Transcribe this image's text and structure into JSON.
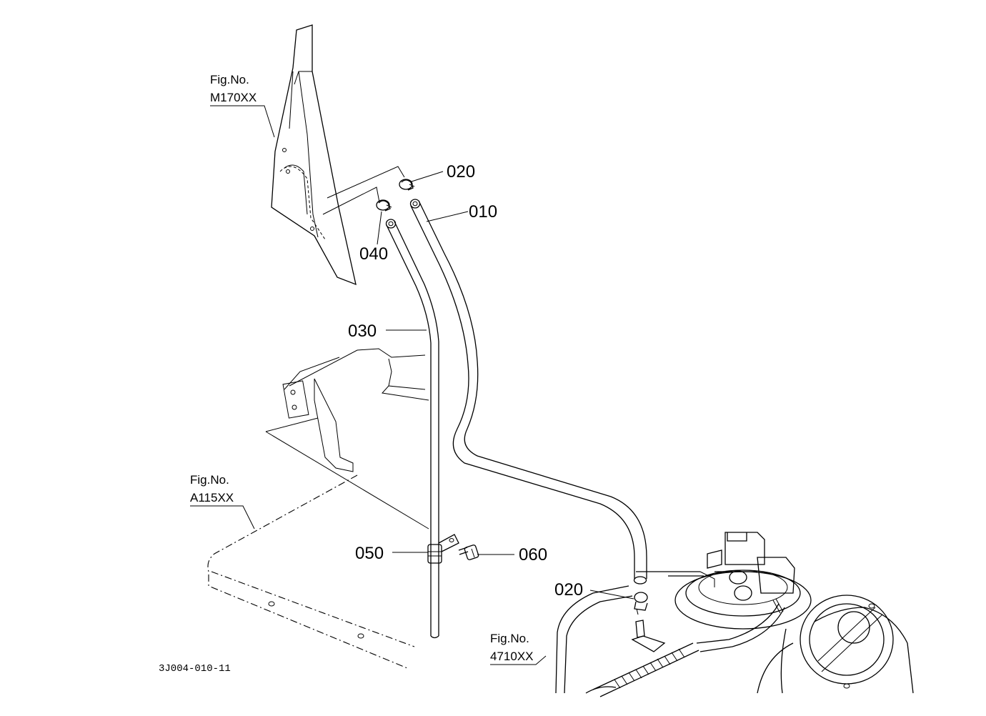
{
  "labels": {
    "p010": "010",
    "p020a": "020",
    "p020b": "020",
    "p030": "030",
    "p040": "040",
    "p050": "050",
    "p060": "060"
  },
  "fig_refs": {
    "m170": {
      "line1": "Fig.No.",
      "line2": "M170XX"
    },
    "a115": {
      "line1": "Fig.No.",
      "line2": "A115XX"
    },
    "t4710": {
      "line1": "Fig.No.",
      "line2": "4710XX"
    }
  },
  "drawing_code": "3J004-010-11"
}
